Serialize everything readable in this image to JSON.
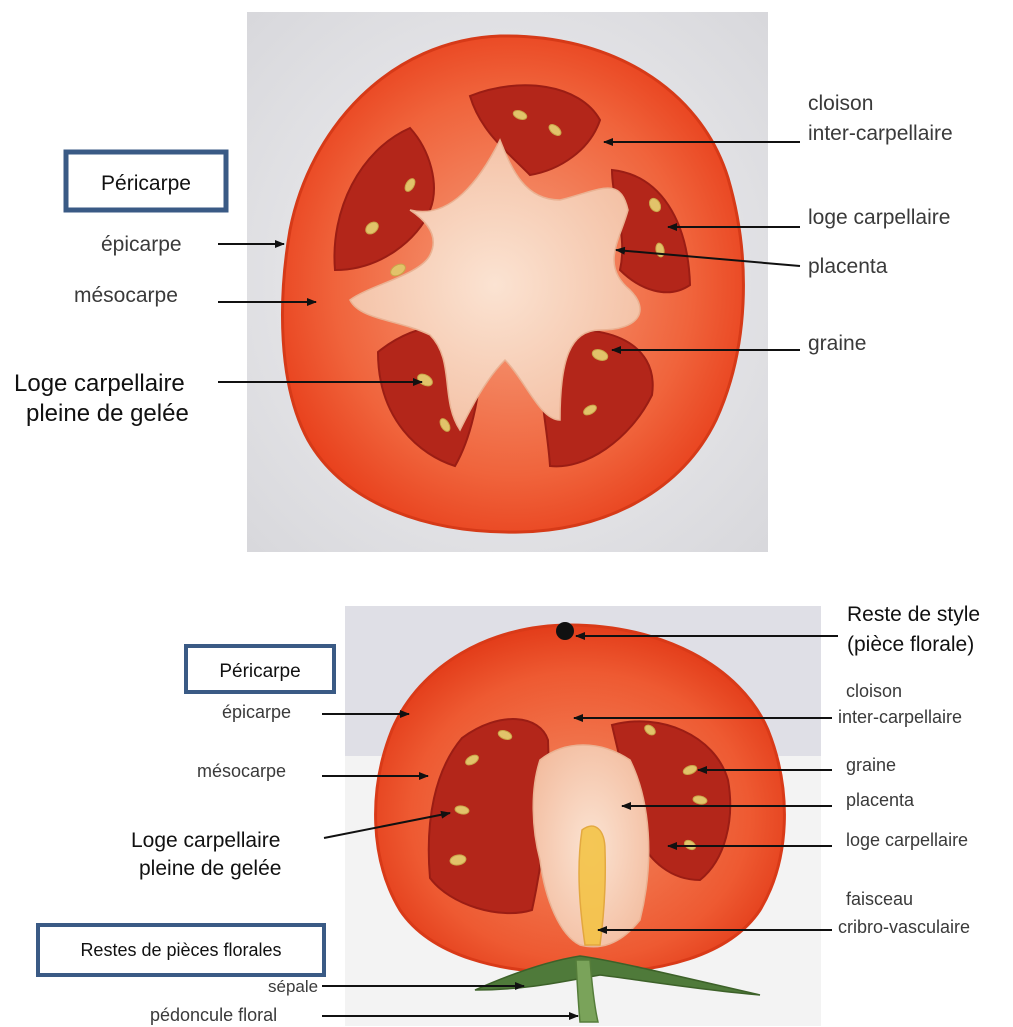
{
  "top_figure": {
    "box_label": "Péricarpe",
    "epicarpe": "épicarpe",
    "mesocarpe": "mésocarpe",
    "loge_line1": "Loge carpellaire",
    "loge_line2": "pleine de gelée",
    "cloison_line1": "cloison",
    "cloison_line2": "inter-carpellaire",
    "loge_carpellaire": "loge carpellaire",
    "placenta": "placenta",
    "graine": "graine"
  },
  "bottom_figure": {
    "box_label": "Péricarpe",
    "epicarpe": "épicarpe",
    "mesocarpe": "mésocarpe",
    "loge_line1": "Loge carpellaire",
    "loge_line2": "pleine de gelée",
    "style_line1": "Reste de style",
    "style_line2": "(pièce florale)",
    "cloison_line1": "cloison",
    "cloison_line2": "inter-carpellaire",
    "graine": "graine",
    "placenta": "placenta",
    "loge_carpellaire": "loge carpellaire",
    "faisceau_line1": "faisceau",
    "faisceau_line2": "cribro-vasculaire",
    "restes_box_label": "Restes de pièces florales",
    "sepale": "sépale",
    "pedoncule": "pédoncule floral"
  },
  "colors": {
    "box_border": "#3a5a85",
    "tomato_skin": "#e8401c",
    "tomato_flesh": "#f0603a",
    "gel": "#b3261a",
    "placenta": "#f6d2b5",
    "seed": "#e2c36a",
    "sepal": "#4f7a3a"
  }
}
